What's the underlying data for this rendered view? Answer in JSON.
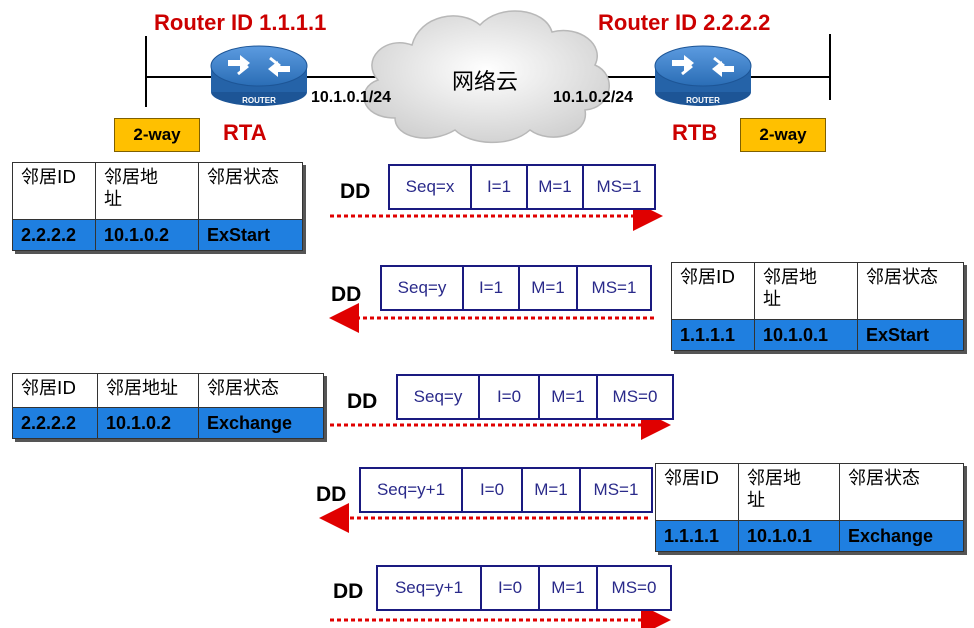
{
  "topology": {
    "rta": {
      "router_id": "Router ID 1.1.1.1",
      "name": "RTA",
      "ip": "10.1.0.1/24",
      "icon_label": "ROUTER",
      "state": "2-way"
    },
    "rtb": {
      "router_id": "Router ID 2.2.2.2",
      "name": "RTB",
      "ip": "10.1.0.2/24",
      "icon_label": "ROUTER",
      "state": "2-way"
    },
    "cloud": "网络云"
  },
  "headers": {
    "id": "邻居ID",
    "addr": "邻居地址",
    "addr_wrapped": "邻居地\n址",
    "state": "邻居状态"
  },
  "tables": [
    {
      "id": "2.2.2.2",
      "addr": "10.1.0.2",
      "state": "ExStart"
    },
    {
      "id": "1.1.1.1",
      "addr": "10.1.0.1",
      "state": "ExStart"
    },
    {
      "id": "2.2.2.2",
      "addr": "10.1.0.2",
      "state": "Exchange"
    },
    {
      "id": "1.1.1.1",
      "addr": "10.1.0.1",
      "state": "Exchange"
    }
  ],
  "packets": [
    {
      "label": "DD",
      "seq": "Seq=x",
      "i": "I=1",
      "m": "M=1",
      "ms": "MS=1",
      "direction": "right"
    },
    {
      "label": "DD",
      "seq": "Seq=y",
      "i": "I=1",
      "m": "M=1",
      "ms": "MS=1",
      "direction": "left"
    },
    {
      "label": "DD",
      "seq": "Seq=y",
      "i": "I=0",
      "m": "M=1",
      "ms": "MS=0",
      "direction": "right"
    },
    {
      "label": "DD",
      "seq": "Seq=y+1",
      "i": "I=0",
      "m": "M=1",
      "ms": "MS=1",
      "direction": "left"
    },
    {
      "label": "DD",
      "seq": "Seq=y+1",
      "i": "I=0",
      "m": "M=1",
      "ms": "MS=0",
      "direction": "right"
    }
  ],
  "colors": {
    "title_red": "#cc0000",
    "badge_yellow": "#ffc000",
    "row_blue": "#1f7fe0",
    "arrow_red": "#e00000",
    "router_blue": "#2a6db5"
  }
}
